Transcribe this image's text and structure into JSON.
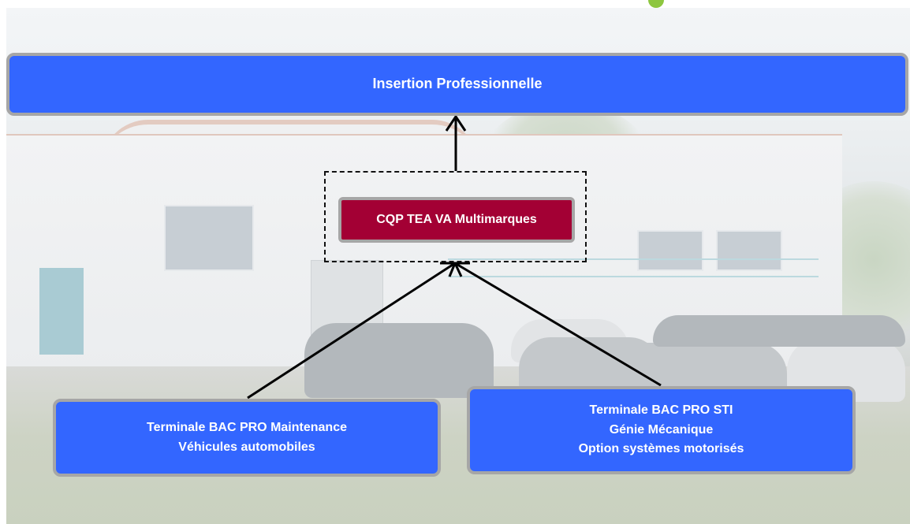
{
  "top_box": {
    "label": "Insertion Professionnelle"
  },
  "center_box": {
    "label": "CQP TEA VA Multimarques"
  },
  "left_box": {
    "lines": [
      "Terminale BAC PRO Maintenance",
      "Véhicules automobiles"
    ]
  },
  "right_box": {
    "lines": [
      "Terminale BAC PRO STI",
      "Génie Mécanique",
      "Option systèmes motorisés"
    ]
  },
  "colors": {
    "box_fill": "#3366ff",
    "box_border": "#a6a6a6",
    "center_fill": "#a30034",
    "arrow": "#000000",
    "accent_green": "#8dc63f"
  }
}
